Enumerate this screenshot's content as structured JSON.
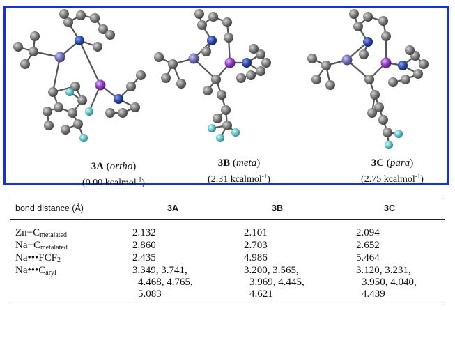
{
  "structures": [
    {
      "id": "3A",
      "position": "ortho",
      "energy": "(0.00 kcalmol",
      "energy_sup": "-1",
      "energy_close": ")"
    },
    {
      "id": "3B",
      "position": "meta",
      "energy": "(2.31 kcalmol",
      "energy_sup": "-1",
      "energy_close": ")"
    },
    {
      "id": "3C",
      "position": "para",
      "energy": "(2.75 kcalmol",
      "energy_sup": "-1",
      "energy_close": ")"
    }
  ],
  "colors": {
    "frame": "#1a2fd6",
    "carbon": "#7a7a7a",
    "zinc": "#6d6db3",
    "sodium": "#8a3ac2",
    "nitrogen": "#2b47a8",
    "fluorine": "#5fc2c8"
  },
  "table": {
    "headers": [
      "bond distance (Å)",
      "3A",
      "3B",
      "3C"
    ],
    "rows": [
      {
        "label": "Zn−C",
        "sub": "metalated",
        "values": [
          "2.132",
          "2.101",
          "2.094"
        ]
      },
      {
        "label": "Na−C",
        "sub": "metalated",
        "values": [
          "2.860",
          "2.703",
          "2.652"
        ]
      },
      {
        "label": "Na•••FCF",
        "sub": "2",
        "values": [
          "2.435",
          "4.986",
          "5.464"
        ]
      },
      {
        "label": "Na•••C",
        "sub": "aryl",
        "values": [
          [
            "3.349, 3.741,",
            "4.468, 4.765,",
            "5.083"
          ],
          [
            "3.200, 3.565,",
            "3.969, 4.445,",
            "4.621"
          ],
          [
            "3.120, 3.231,",
            "3.950, 4.040,",
            "4.439"
          ]
        ]
      }
    ]
  }
}
